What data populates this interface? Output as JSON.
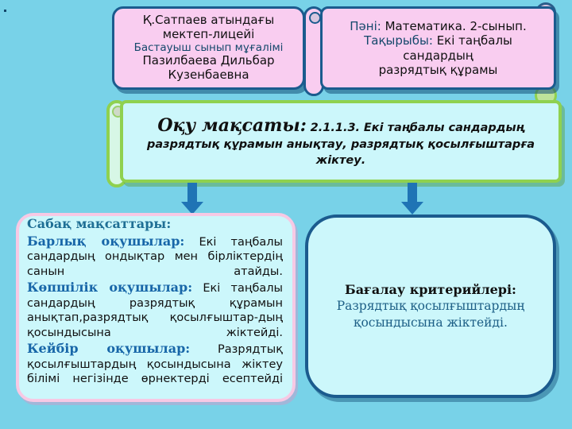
{
  "slide": {
    "background_color": "#78d2e8",
    "accent_green": "#8fd14f",
    "accent_blue": "#1b5b8e",
    "accent_pink": "#f9cdf0"
  },
  "school_box": {
    "line1": "Қ.Сатпаев атындағы",
    "line2": "мектеп-лицейі",
    "line3": "Бастауыш сынып мұғалімі",
    "line4": "Пазилбаева Дильбар",
    "line5": "Кузенбаевна"
  },
  "subject_box": {
    "subject_label": "Пәні:",
    "subject_value": "Математика. 2-сынып.",
    "topic_label": "Тақырыбы:",
    "topic_value_line1": "Екі таңбалы сандардың",
    "topic_value_line2": "разрядтық құрамы"
  },
  "aim_box": {
    "label": "Оқу мақсаты:",
    "code": "2.1.1.3.",
    "text": "Екі таңбалы сандардың разрядтық құрамын анықтау, разрядтық қосылғыштарға жіктеу."
  },
  "lesson_box": {
    "title": "Сабақ мақсаттары:",
    "all_label": "Барлық оқушылар:",
    "all_text": "Екі таңбалы сандардың ондықтар мен бірліктердің санын атайды.",
    "most_label": "Көпшілік оқушылар:",
    "most_text": "Екі таңбалы сандардың разрядтық құрамын анықтап,разрядтық қосылғыштар-дың қосындысына жіктейді.",
    "some_label": "Кейбір оқушылар:",
    "some_text": "Разрядтық қосылғыштардың қосындысына жіктеу білімі негізінде өрнектерді есептейді"
  },
  "criteria_box": {
    "title": "Бағалау критерийлері:",
    "line1": "Разрядтық қосылғыштардың",
    "line2": "қосындысына жіктейді."
  },
  "connectors": {
    "left_arrow": "down-arrow",
    "right_arrow": "down-arrow"
  }
}
